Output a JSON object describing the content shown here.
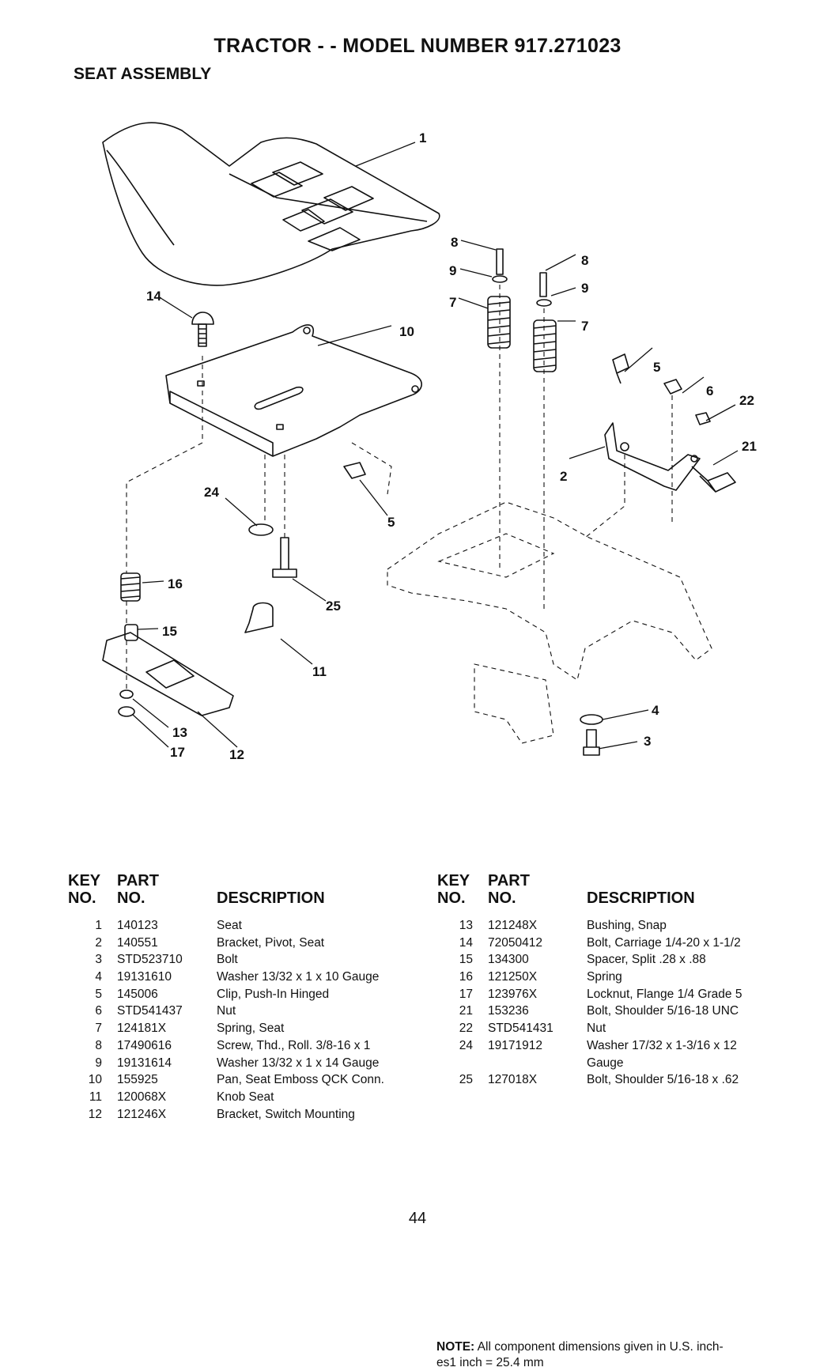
{
  "title": "TRACTOR - - MODEL NUMBER 917.271023",
  "section": "SEAT ASSEMBLY",
  "callouts": [
    "1",
    "2",
    "3",
    "4",
    "5",
    "5",
    "6",
    "7",
    "7",
    "8",
    "8",
    "9",
    "9",
    "10",
    "11",
    "12",
    "13",
    "14",
    "15",
    "16",
    "17",
    "21",
    "22",
    "24",
    "25"
  ],
  "table_headers": {
    "key_line1": "KEY",
    "key_line2": "NO.",
    "part_line1": "PART",
    "part_line2": "NO.",
    "desc": "DESCRIPTION"
  },
  "parts_left": [
    {
      "key": "1",
      "part": "140123",
      "desc": "Seat"
    },
    {
      "key": "2",
      "part": "140551",
      "desc": "Bracket, Pivot, Seat"
    },
    {
      "key": "3",
      "part": "STD523710",
      "desc": "Bolt"
    },
    {
      "key": "4",
      "part": "19131610",
      "desc": "Washer 13/32 x 1 x 10 Gauge"
    },
    {
      "key": "5",
      "part": "145006",
      "desc": "Clip, Push-In Hinged"
    },
    {
      "key": "6",
      "part": "STD541437",
      "desc": "Nut"
    },
    {
      "key": "7",
      "part": "124181X",
      "desc": "Spring, Seat"
    },
    {
      "key": "8",
      "part": "17490616",
      "desc": "Screw, Thd., Roll. 3/8-16 x 1"
    },
    {
      "key": "9",
      "part": "19131614",
      "desc": "Washer 13/32 x 1 x 14 Gauge"
    },
    {
      "key": "10",
      "part": "155925",
      "desc": "Pan, Seat Emboss QCK Conn."
    },
    {
      "key": "11",
      "part": "120068X",
      "desc": "Knob Seat"
    },
    {
      "key": "12",
      "part": "121246X",
      "desc": "Bracket, Switch Mounting"
    }
  ],
  "parts_right": [
    {
      "key": "13",
      "part": "121248X",
      "desc": "Bushing, Snap"
    },
    {
      "key": "14",
      "part": "72050412",
      "desc": "Bolt, Carriage 1/4-20 x 1-1/2"
    },
    {
      "key": "15",
      "part": "134300",
      "desc": "Spacer, Split .28 x .88"
    },
    {
      "key": "16",
      "part": "121250X",
      "desc": "Spring"
    },
    {
      "key": "17",
      "part": "123976X",
      "desc": "Locknut, Flange 1/4 Grade 5"
    },
    {
      "key": "21",
      "part": "153236",
      "desc": "Bolt, Shoulder 5/16-18 UNC"
    },
    {
      "key": "22",
      "part": "STD541431",
      "desc": "Nut"
    },
    {
      "key": "24",
      "part": "19171912",
      "desc": "Washer 17/32 x 1-3/16 x 12",
      "desc2": "Gauge"
    },
    {
      "key": "25",
      "part": "127018X",
      "desc": "Bolt, Shoulder 5/16-18 x .62"
    }
  ],
  "note_label": "NOTE:",
  "note_text": "All component dimensions given in U.S. inch-",
  "note_text2": "es1 inch = 25.4 mm",
  "page_number": "44"
}
